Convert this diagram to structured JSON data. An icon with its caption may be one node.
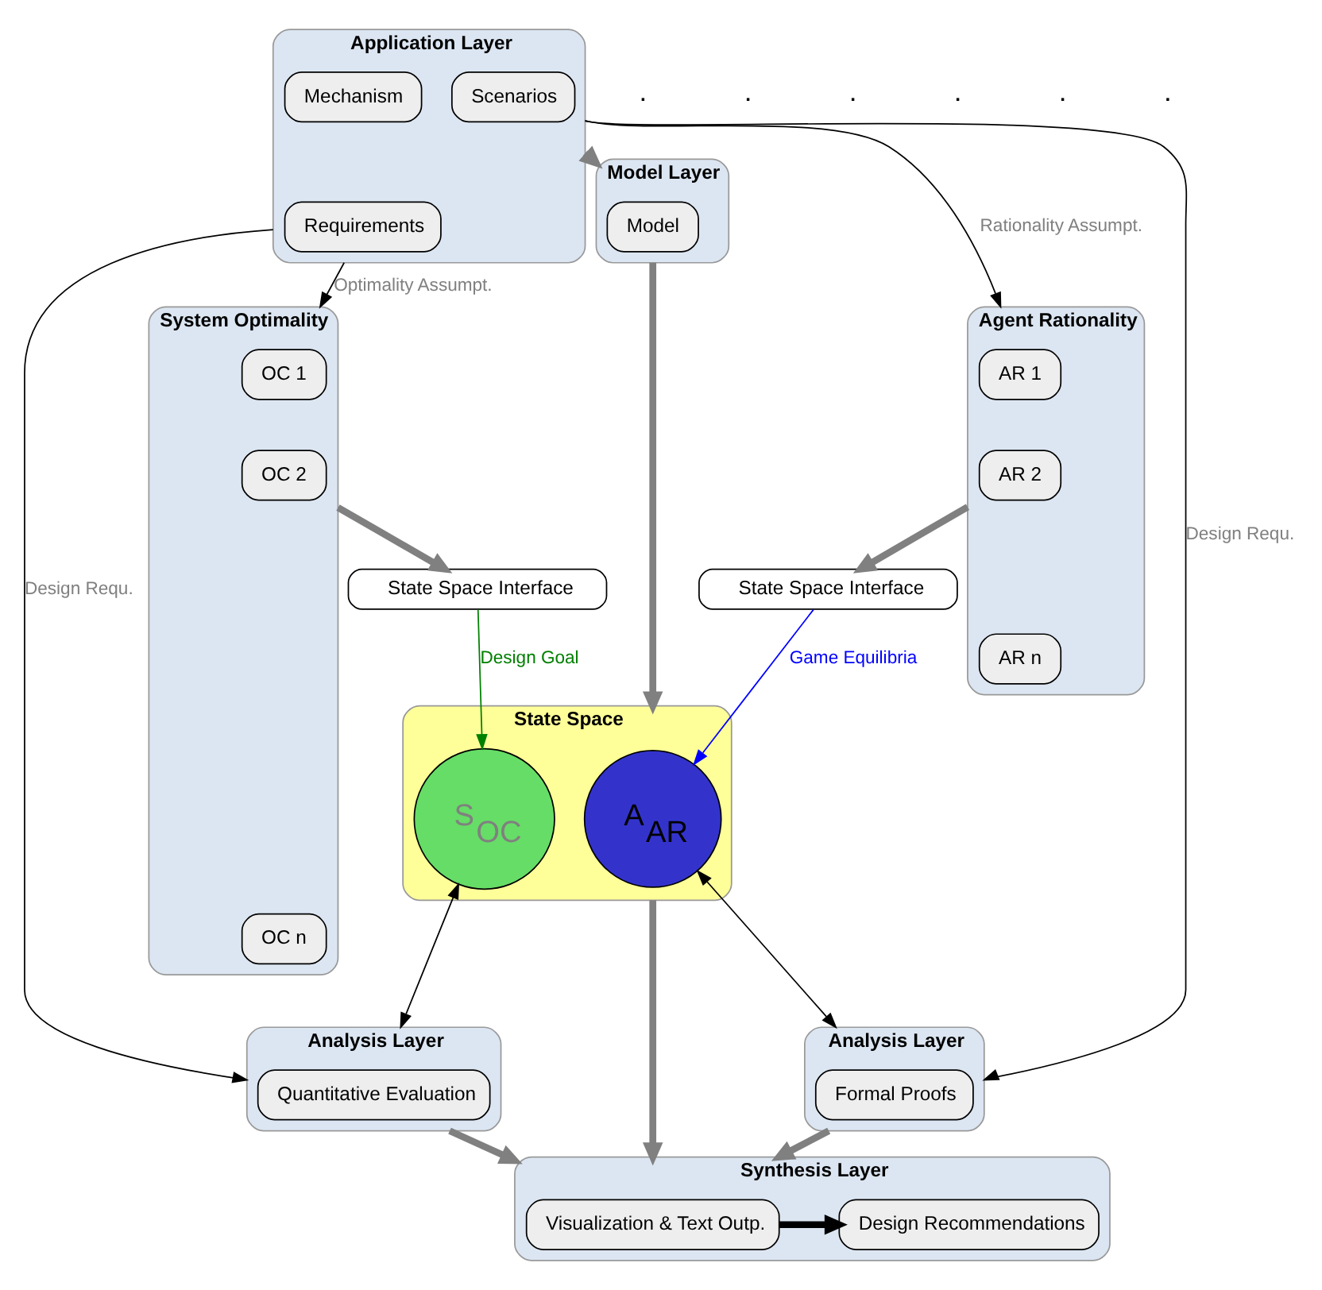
{
  "diagram": {
    "nodes": [
      {
        "text": [
          "Application Layer"
        ]
      },
      {
        "text": [
          "Scenarios"
        ],
        "in": 0
      },
      {
        "text": [
          "Mechanism"
        ],
        "in": 0
      },
      {
        "text": [
          "Requirements"
        ],
        "in": 0
      },
      {
        "text": [
          "Model Layer"
        ]
      },
      {
        "text": [
          "Model"
        ],
        "in": 4
      },
      {
        "text": [
          "Agent Rationality"
        ]
      },
      {
        "text": [
          "AR 1"
        ],
        "in": 6
      },
      {
        "text": [
          "AR 2"
        ],
        "in": 6
      },
      {
        "text": [
          "AR n"
        ],
        "in": 6
      },
      {
        "text": [
          "State Space Interface"
        ]
      },
      {
        "text": [
          "State Space"
        ]
      },
      {
        "text": [
          "A$_{AR}$"
        ],
        "in": 11
      },
      {
        "text": [
          "S$_{OC}$"
        ],
        "in": 11
      },
      {
        "text": [
          "State Space Interface"
        ]
      },
      {
        "text": [
          "System Optimality"
        ]
      },
      {
        "text": [
          "OC 1"
        ],
        "in": 15
      },
      {
        "text": [
          "OC 2"
        ],
        "in": 15
      },
      {
        "text": [
          "OC n"
        ],
        "in": 15
      },
      {
        "text": [
          "Analysis Layer"
        ]
      },
      {
        "text": [
          "Formal Proofs"
        ],
        "in": 19
      },
      {
        "text": [
          "Analysis Layer"
        ]
      },
      {
        "text": [
          "Quantitative Evaluation"
        ],
        "in": 21
      },
      {
        "text": [
          "Synthesis Layer"
        ]
      },
      {
        "text": [
          "Visualization & Text Outp."
        ],
        "in": 23
      },
      {
        "text": [
          "Design Recommendations"
        ],
        "in": 23
      }
    ],
    "edges": [
      {
        "from": 0,
        "to": 4,
        "arrow": "to",
        "style": "thick",
        "color": "#808080"
      },
      {
        "from": 4,
        "to": 11,
        "arrow": "to",
        "style": "thick",
        "color": "#808080"
      },
      {
        "from": 6,
        "to": 10,
        "arrow": "to",
        "style": "thick",
        "color": "#808080"
      },
      {
        "from": 15,
        "to": 14,
        "arrow": "to",
        "style": "thick",
        "color": "#808080"
      },
      {
        "from": 0,
        "to": 6,
        "arrow": "to",
        "label": "Rationality Assumpt.",
        "color": "#000000"
      },
      {
        "from": 0,
        "to": 19,
        "arrow": "to",
        "label": "Design Requ.",
        "color": "#000000"
      },
      {
        "from": 0,
        "to": 15,
        "arrow": "to",
        "label": "Optimality Assumpt.",
        "color": "#000000"
      },
      {
        "from": 0,
        "to": 21,
        "arrow": "to",
        "label": "Design Requ.",
        "color": "#000000"
      },
      {
        "from": 10,
        "to": 12,
        "arrow": "to",
        "label": "Game Equilibria",
        "color": "#0000ff"
      },
      {
        "from": 14,
        "to": 13,
        "arrow": "to",
        "label": "Design Goal",
        "color": "#008000"
      },
      {
        "from": 12,
        "to": 19,
        "arrow": "both",
        "color": "#000000"
      },
      {
        "from": 13,
        "to": 21,
        "arrow": "both",
        "color": "#000000"
      },
      {
        "from": 11,
        "to": 23,
        "arrow": "to",
        "style": "thick",
        "color": "#808080"
      },
      {
        "from": 19,
        "to": 23,
        "arrow": "to",
        "style": "thick",
        "color": "#808080"
      },
      {
        "from": 21,
        "to": 23,
        "arrow": "to",
        "style": "thick",
        "color": "#808080"
      },
      {
        "from": 24,
        "to": 25,
        "arrow": "to",
        "style": "thick",
        "color": "#000000"
      }
    ],
    "labels": [
      ".",
      ".",
      ".",
      ".",
      ".",
      "."
    ]
  }
}
